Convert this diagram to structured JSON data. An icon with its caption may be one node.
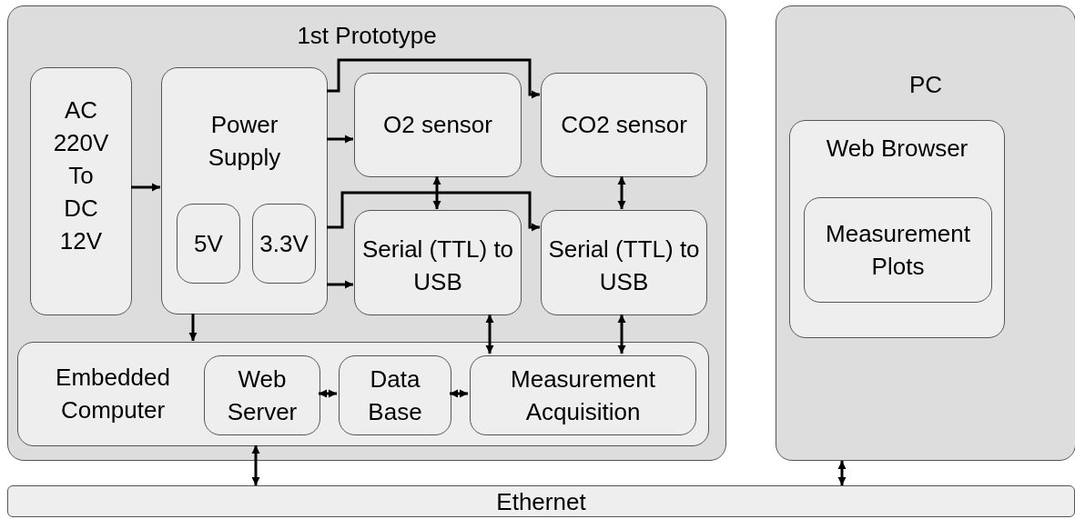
{
  "diagram": {
    "nodes": [
      {
        "text": [
          "1st Prototype"
        ]
      },
      {
        "text": [
          "AC 220V To DC 12V"
        ],
        "in": 0
      },
      {
        "text": [
          "Power Supply"
        ],
        "in": 0
      },
      {
        "text": [
          "5V"
        ],
        "in": 2
      },
      {
        "text": [
          "3.3V"
        ],
        "in": 2
      },
      {
        "text": [
          "O2 sensor"
        ],
        "in": 0
      },
      {
        "text": [
          "CO2 sensor"
        ],
        "in": 0
      },
      {
        "text": [
          "Serial (TTL) to USB"
        ],
        "in": 0
      },
      {
        "text": [
          "Serial (TTL) to USB"
        ],
        "in": 0
      },
      {
        "text": [
          "Embedded Computer"
        ],
        "in": 0
      },
      {
        "text": [
          "Web Server"
        ],
        "in": 9
      },
      {
        "text": [
          "Data Base"
        ],
        "in": 9
      },
      {
        "text": [
          "Measurement Acquisition"
        ],
        "in": 9
      },
      {
        "text": [
          "PC"
        ]
      },
      {
        "text": [
          "Web Browser"
        ],
        "in": 13
      },
      {
        "text": [
          "Measurement Plots"
        ],
        "in": 14
      },
      {
        "text": [
          "Ethernet"
        ]
      }
    ],
    "edges": [
      {
        "from": 1,
        "to": 2,
        "arrow": "to"
      },
      {
        "from": 2,
        "to": 6,
        "arrow": "to"
      },
      {
        "from": 2,
        "to": 5,
        "arrow": "to"
      },
      {
        "from": 2,
        "to": 8,
        "arrow": "to"
      },
      {
        "from": 2,
        "to": 7,
        "arrow": "to"
      },
      {
        "from": 2,
        "to": 9,
        "arrow": "to"
      },
      {
        "from": 5,
        "to": 7,
        "arrow": "both"
      },
      {
        "from": 6,
        "to": 8,
        "arrow": "both"
      },
      {
        "from": 7,
        "to": 12,
        "arrow": "both"
      },
      {
        "from": 8,
        "to": 12,
        "arrow": "both"
      },
      {
        "from": 10,
        "to": 11,
        "arrow": "both"
      },
      {
        "from": 11,
        "to": 12,
        "arrow": "both"
      },
      {
        "from": 9,
        "to": 16,
        "arrow": "both"
      },
      {
        "from": 13,
        "to": 16,
        "arrow": "both"
      }
    ]
  }
}
